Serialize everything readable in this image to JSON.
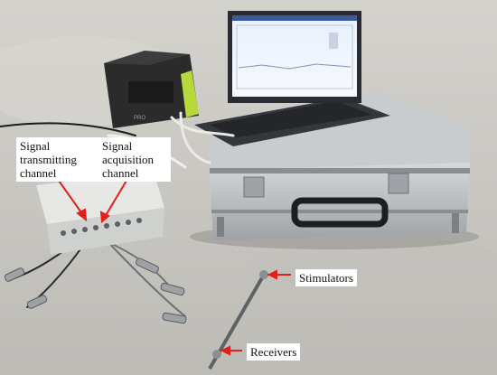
{
  "labels": {
    "signal_transmitting_channel": "Signal transmitting channel",
    "signal_acquisition_channel": "Signal acquisition channel",
    "stimulators": "Stimulators",
    "receivers": "Receivers"
  },
  "device_brand": "PRO",
  "colors": {
    "arrow": "#e0201b",
    "floor": "#c9c7c2",
    "case": "#b9bcbf",
    "laptop": "#2a2c31",
    "power_station": "#2b2b2b",
    "power_accent": "#b8d93a"
  }
}
